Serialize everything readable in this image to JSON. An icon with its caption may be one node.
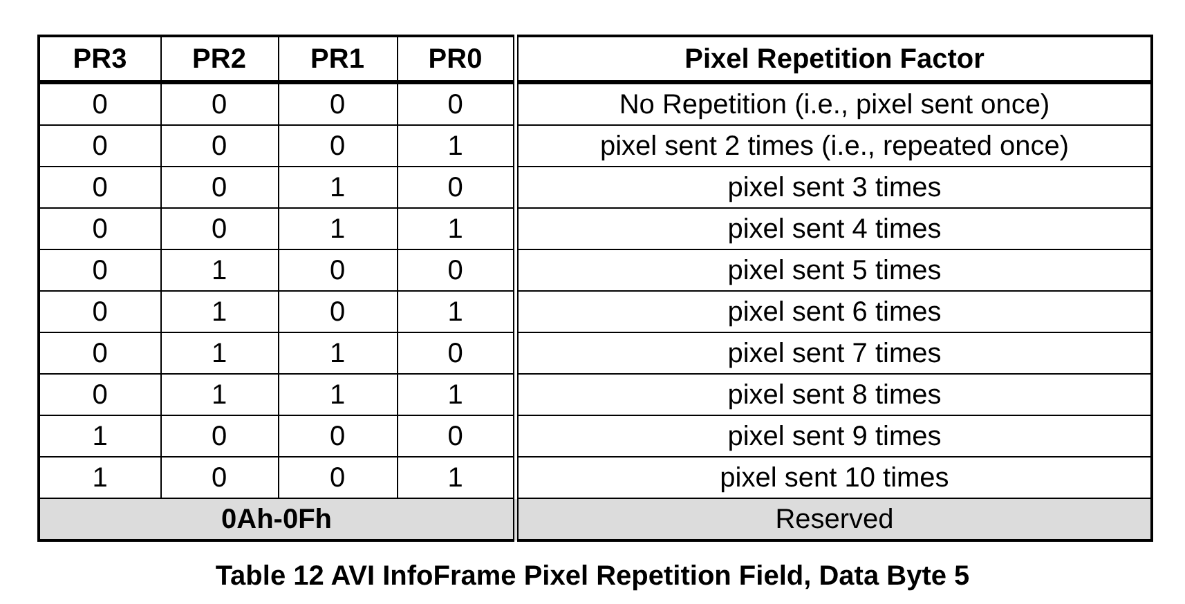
{
  "diagram": {
    "caption": "Table 12 AVI InfoFrame Pixel Repetition Field, Data Byte 5",
    "labels": [
      "PR3",
      "PR2",
      "PR1",
      "PR0",
      "Pixel Repetition Factor",
      "0",
      "0",
      "0",
      "0",
      "No Repetition (i.e., pixel sent once)",
      "0",
      "0",
      "0",
      "1",
      "pixel sent 2 times (i.e., repeated once)",
      "0",
      "0",
      "1",
      "0",
      "pixel sent 3 times",
      "0",
      "0",
      "1",
      "1",
      "pixel sent 4 times",
      "0",
      "1",
      "0",
      "0",
      "pixel sent 5 times",
      "0",
      "1",
      "0",
      "1",
      "pixel sent 6 times",
      "0",
      "1",
      "1",
      "0",
      "pixel sent 7 times",
      "0",
      "1",
      "1",
      "1",
      "pixel sent 8 times",
      "1",
      "0",
      "0",
      "0",
      "pixel sent 9 times",
      "1",
      "0",
      "0",
      "1",
      "pixel sent 10 times",
      "0Ah-0Fh",
      "Reserved"
    ]
  }
}
